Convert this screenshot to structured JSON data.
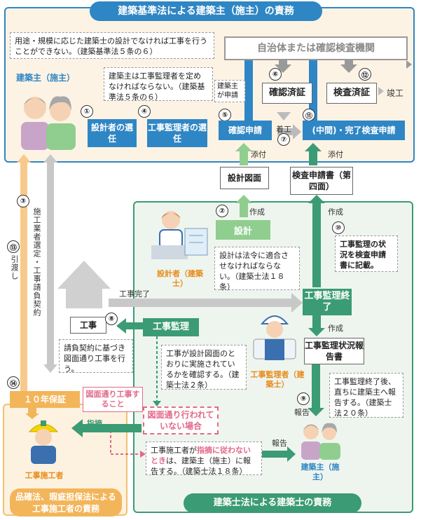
{
  "title_top": "建築基準法による建築主（施主）の責務",
  "title_bottom": "建築士法による建築士の責務",
  "title_contractor": "品確法、瑕疵担保法による工事施工者の責務",
  "notes": {
    "design_requirement": "用途・規模に応じた建築士の設計でなければ工事を行うことができない。（建築基準法５条の６）",
    "supervisor_requirement": "建築主は工事監理者を定めなければならない。（建築基準法５条の６）",
    "applicant": "建築主が申請",
    "design_law": "設計は法令に適合させなければならない。（建築士法１８条）",
    "record": "工事監理の状況を検査申請書に記載。",
    "supervision_check": "工事が設計図面のとおりに実施されているかを確認する。（建築士法２条）",
    "contract": "請負契約に基づき図面通り工事を行う。",
    "report_after": "工事監理終了後、直ちに建築主へ報告する。（建築士法２０条）",
    "noncompliance_pre": "工事施工者が",
    "noncompliance_red": "指摘に従わない",
    "noncompliance_mid": "とき",
    "noncompliance_post": "は、建築主（施主）に報告する。（建築士法１８条）"
  },
  "boxes": {
    "authority": "自治体または確認検査機関",
    "confirmation_cert": "確認済証",
    "inspection_cert": "検査済証",
    "completion": "竣工",
    "choose_architect": "設計者の選任",
    "choose_supervisor": "工事監理者の選任",
    "confirmation_app": "確認申請",
    "inspection_app": "(中間)・完了検査申請",
    "drawings": "設計図面",
    "inspection_form": "検査申請書（第四面）",
    "design": "設計",
    "supervision_end": "工事監理終了",
    "supervision": "工事監理",
    "construction": "工事",
    "report_doc": "工事監理状況報告書",
    "warranty": "１０年保証",
    "not_as_drawn": "図面通り行われていない場合",
    "as_drawn_note": "図面通り工事すること"
  },
  "labels": {
    "owner": "建築主（施主）",
    "owner_bottom": "建築主（施主）",
    "designer": "設計者（建築士）",
    "supervisor": "工事監理者（建築士）",
    "contractor": "工事施工者",
    "attach1": "添付",
    "attach2": "添付",
    "start": "着工",
    "create1": "作成",
    "create2": "作成",
    "create3": "作成",
    "complete": "工事完了",
    "report1": "報告",
    "report2": "報告",
    "indicate": "指摘",
    "handover": "引渡し",
    "contractor_select": "施工業者選定・工事請負契約"
  },
  "numbers": [
    "①",
    "②",
    "③",
    "④",
    "⑤",
    "⑥",
    "⑦",
    "⑧",
    "⑨",
    "⑩",
    "⑪",
    "⑫",
    "⑬",
    "⑭"
  ],
  "colors": {
    "blue": "#2f86c4",
    "green": "#3b9b74",
    "orange": "#f3b55a",
    "pink": "#e26a8a",
    "gray": "#999999"
  }
}
